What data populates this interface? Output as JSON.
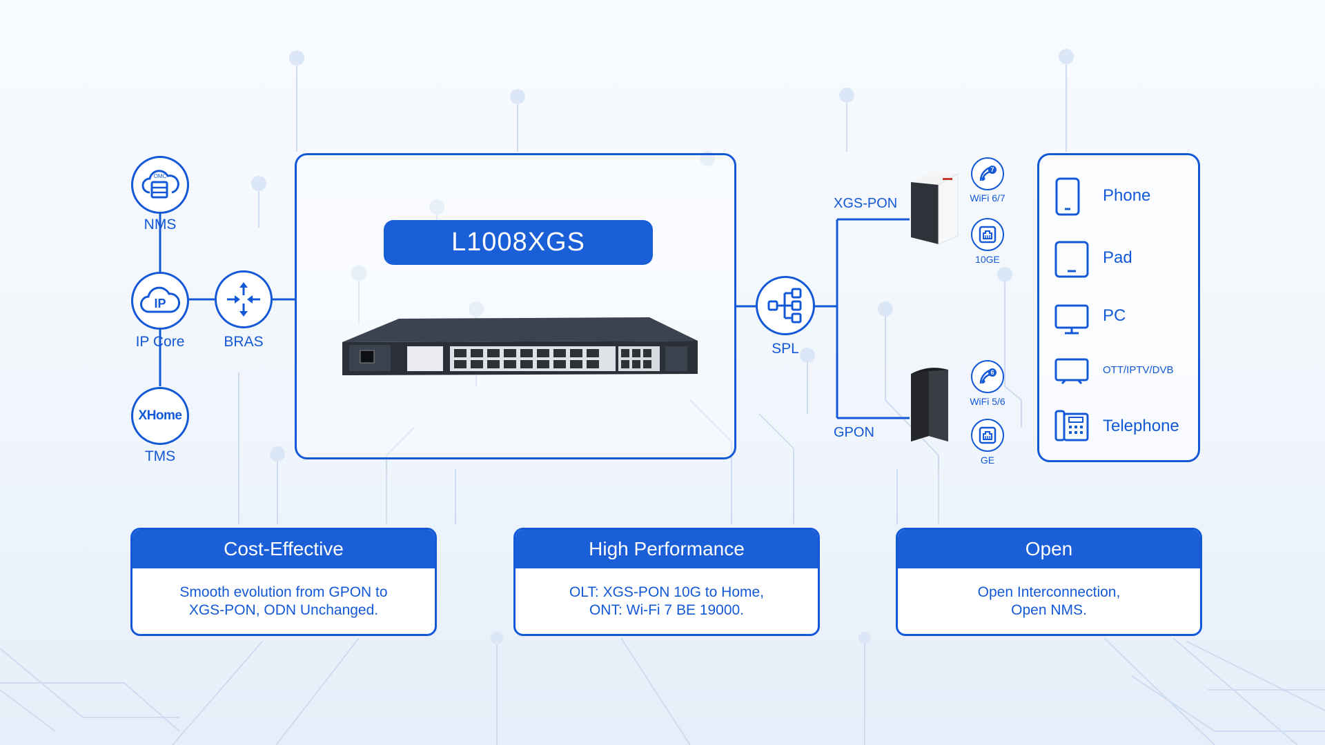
{
  "colors": {
    "primary": "#1358d6",
    "badge": "#1a5fd8",
    "trace": "#c7d9f2"
  },
  "left_nodes": {
    "nms": {
      "label": "NMS",
      "icon_text": "OMC",
      "icon": "cloud-server-icon"
    },
    "ip_core": {
      "label": "IP Core",
      "icon_text": "IP",
      "icon": "cloud-ip-icon"
    },
    "bras": {
      "label": "BRAS",
      "icon": "router-arrows-icon"
    },
    "tms": {
      "label": "TMS",
      "icon_text": "XHome",
      "icon": "xhome-logo"
    }
  },
  "olt": {
    "model": "L1008XGS",
    "image": "olt-chassis"
  },
  "splitter": {
    "label": "SPL",
    "icon": "splitter-tree-icon"
  },
  "branches": {
    "upper": {
      "label": "XGS-PON",
      "device": "wifi7-ont",
      "badges": [
        {
          "label": "WiFi 6/7",
          "glyph": "7",
          "icon": "wifi-icon"
        },
        {
          "label": "10GE",
          "icon": "ethernet-port-icon"
        }
      ]
    },
    "lower": {
      "label": "GPON",
      "device": "wifi6-ont",
      "badges": [
        {
          "label": "WiFi 5/6",
          "glyph": "6",
          "icon": "wifi-icon"
        },
        {
          "label": "GE",
          "icon": "ethernet-port-icon"
        }
      ]
    }
  },
  "end_devices": [
    {
      "label": "Phone",
      "icon": "phone-icon"
    },
    {
      "label": "Pad",
      "icon": "tablet-icon"
    },
    {
      "label": "PC",
      "icon": "monitor-icon"
    },
    {
      "label": "OTT/IPTV/DVB",
      "icon": "tv-icon"
    },
    {
      "label": "Telephone",
      "icon": "telephone-icon"
    }
  ],
  "features": [
    {
      "title": "Cost-Effective",
      "line1": "Smooth evolution from GPON to",
      "line2": "XGS-PON, ODN Unchanged."
    },
    {
      "title": "High Performance",
      "line1": "OLT: XGS-PON 10G to Home,",
      "line2": "ONT: Wi-Fi 7 BE 19000."
    },
    {
      "title": "Open",
      "line1": "Open Interconnection,",
      "line2": "Open NMS."
    }
  ]
}
